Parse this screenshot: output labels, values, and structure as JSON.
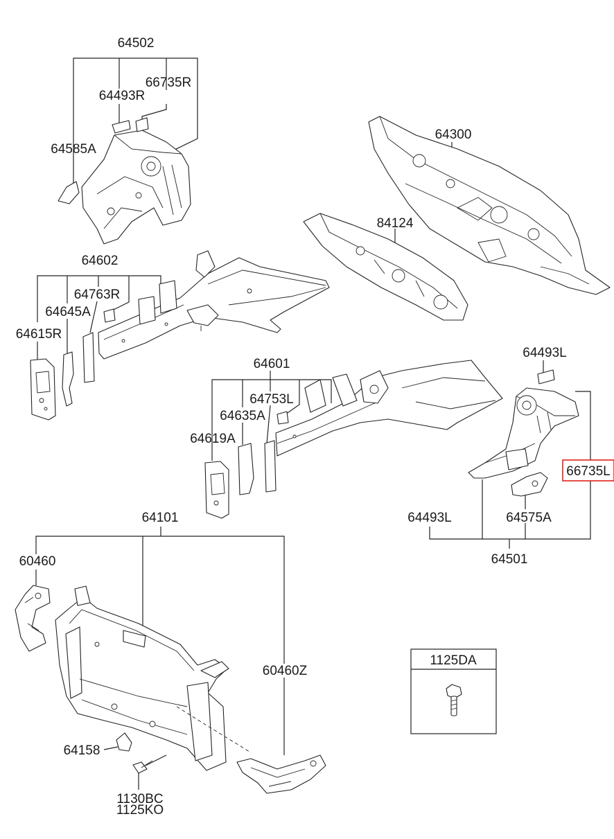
{
  "parts": {
    "p64502": "64502",
    "p64493R": "64493R",
    "p66735R": "66735R",
    "p64585A": "64585A",
    "p64300": "64300",
    "p84124": "84124",
    "p64602": "64602",
    "p64763R": "64763R",
    "p64645A": "64645A",
    "p64615R": "64615R",
    "p64601": "64601",
    "p64753L": "64753L",
    "p64635A": "64635A",
    "p64619A": "64619A",
    "p64493L_top": "64493L",
    "p66735L": "66735L",
    "p64493L_bottom": "64493L",
    "p64575A": "64575A",
    "p64501": "64501",
    "p64101": "64101",
    "p60460": "60460",
    "p60460Z": "60460Z",
    "p64158": "64158",
    "p1130BC": "1130BC",
    "p1125KO": "1125KO",
    "p1125DA": "1125DA"
  },
  "colors": {
    "highlight": "#e0211b",
    "line": "#222222"
  }
}
